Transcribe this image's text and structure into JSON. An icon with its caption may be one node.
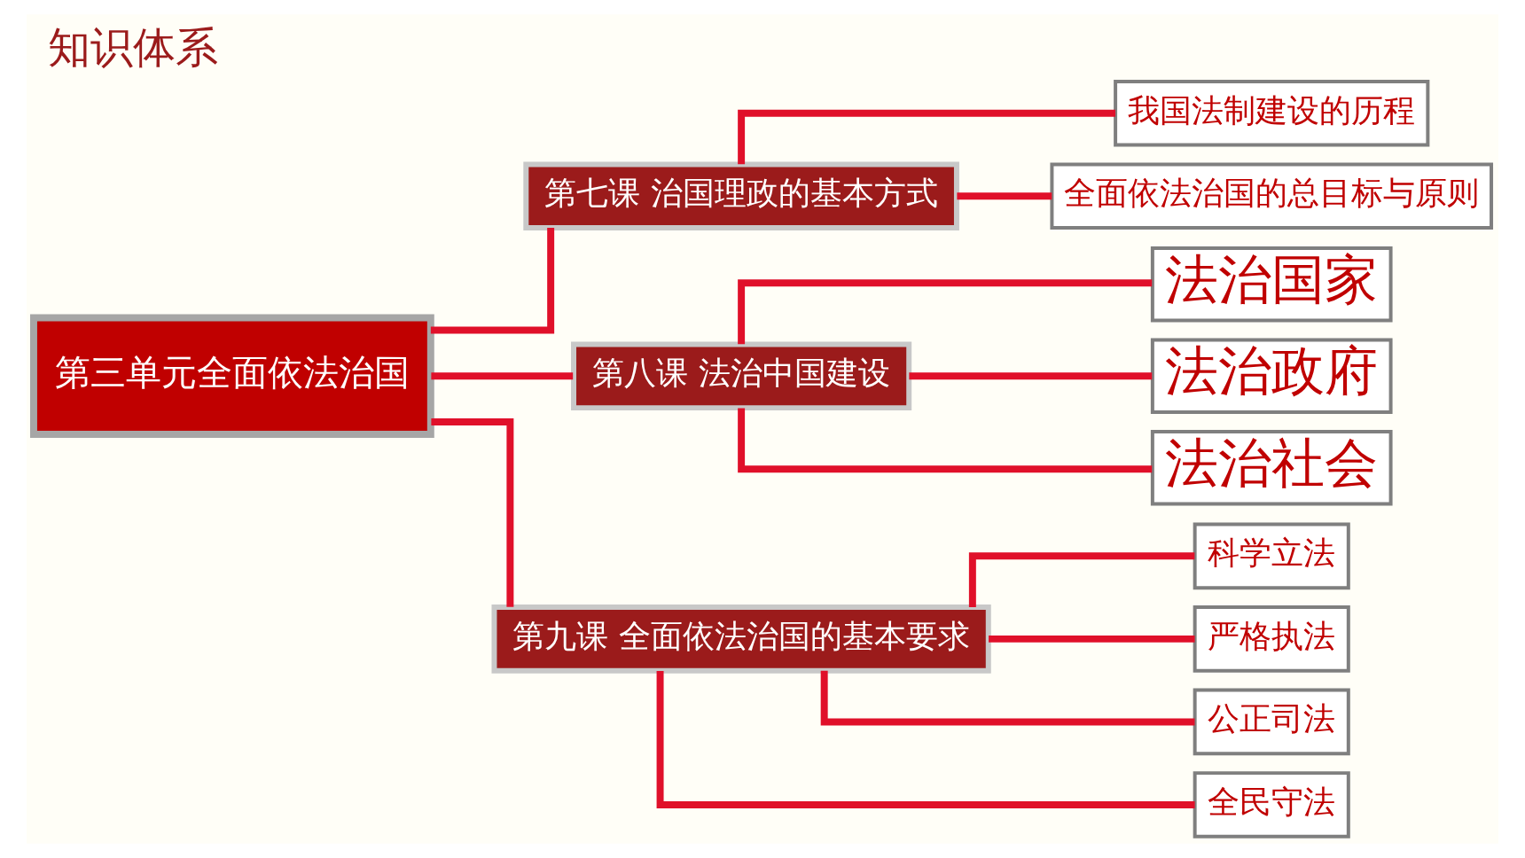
{
  "diagram": {
    "title": "知识体系",
    "nodes": [
      {
        "text": [
          "第三单元全面依法治国"
        ]
      },
      {
        "text": [
          "第七课 治国理政的基本方式"
        ]
      },
      {
        "text": [
          "我国法制建设的历程"
        ]
      },
      {
        "text": [
          "全面依法治国的总目标与原则"
        ]
      },
      {
        "text": [
          "第八课 法治中国建设"
        ]
      },
      {
        "text": [
          "法治国家"
        ]
      },
      {
        "text": [
          "法治政府"
        ]
      },
      {
        "text": [
          "法治社会"
        ]
      },
      {
        "text": [
          "第九课 全面依法治国的基本要求"
        ]
      },
      {
        "text": [
          "科学立法"
        ]
      },
      {
        "text": [
          "严格执法"
        ]
      },
      {
        "text": [
          "公正司法"
        ]
      },
      {
        "text": [
          "全民守法"
        ]
      }
    ],
    "edges": [
      {
        "from": 0,
        "to": 1,
        "arrow": "none"
      },
      {
        "from": 0,
        "to": 4,
        "arrow": "none"
      },
      {
        "from": 0,
        "to": 8,
        "arrow": "none"
      },
      {
        "from": 1,
        "to": 2,
        "arrow": "none"
      },
      {
        "from": 1,
        "to": 3,
        "arrow": "none"
      },
      {
        "from": 4,
        "to": 5,
        "arrow": "none"
      },
      {
        "from": 4,
        "to": 6,
        "arrow": "none"
      },
      {
        "from": 4,
        "to": 7,
        "arrow": "none"
      },
      {
        "from": 8,
        "to": 9,
        "arrow": "none"
      },
      {
        "from": 8,
        "to": 10,
        "arrow": "none"
      },
      {
        "from": 8,
        "to": 11,
        "arrow": "none"
      },
      {
        "from": 8,
        "to": 12,
        "arrow": "none"
      }
    ]
  }
}
